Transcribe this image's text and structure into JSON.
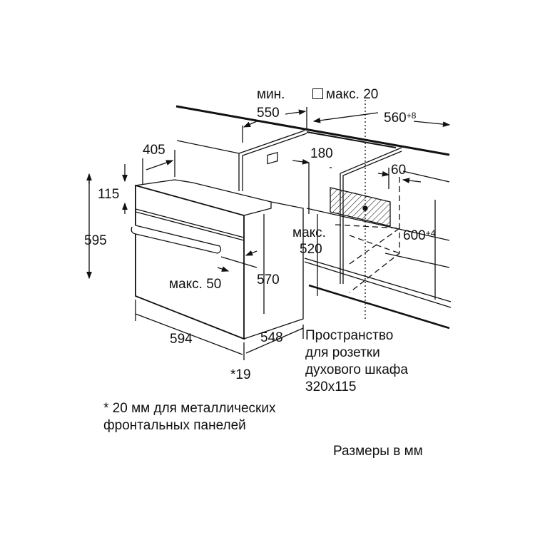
{
  "dimensions": {
    "min_label": "мин.",
    "min_width": "550",
    "max_top_gap": "макс. 20",
    "cabinet_width": "560",
    "cabinet_width_tol": "+8",
    "depth_top": "405",
    "socket_offset": "180",
    "socket_depth": "60",
    "panel_height": "115",
    "oven_height": "595",
    "max_label": "макс.",
    "max_depth": "520",
    "niche_height": "600",
    "niche_height_tol": "+4",
    "handle_label": "макс. 50",
    "body_height": "570",
    "oven_width": "594",
    "oven_depth": "548",
    "front_note": "*19"
  },
  "socket_note": [
    "Пространство",
    "для розетки",
    "духового шкафа",
    "320x115"
  ],
  "footnote": [
    "* 20 мм для металлических",
    "фронтальных панелей"
  ],
  "units_note": "Размеры в мм"
}
